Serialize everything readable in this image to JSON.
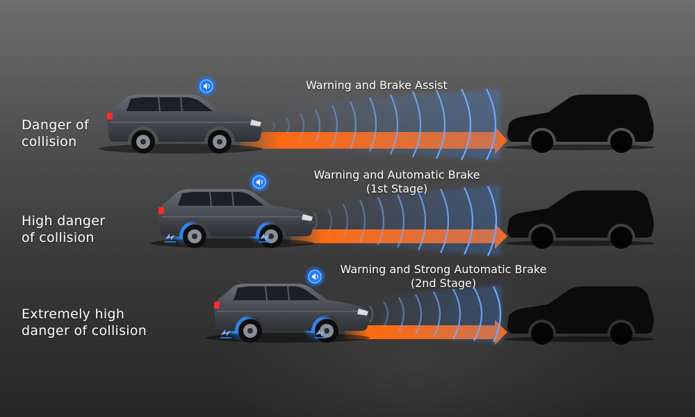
{
  "scenarios": [
    {
      "label_line1": "Danger of",
      "label_line2": "collision",
      "caption_line1": "Warning and Brake Assist",
      "caption_line2": ""
    },
    {
      "label_line1": "High danger",
      "label_line2": "of collision",
      "caption_line1": "Warning and Automatic Brake",
      "caption_line2": "(1st Stage)"
    },
    {
      "label_line1": "Extremely high",
      "label_line2": "danger of collision",
      "caption_line1": "Warning and Strong Automatic Brake",
      "caption_line2": "(2nd Stage)"
    }
  ],
  "colors": {
    "arrow": "#ff6a12",
    "radar": "#3d8bff",
    "sound_badge": "#1f7bff",
    "car_body": "#4a4d55",
    "silhouette": "#0b0b0b",
    "brake_glow": "#2f8cff"
  },
  "icons": [
    "sound-icon",
    "brake-indicator-icon"
  ]
}
